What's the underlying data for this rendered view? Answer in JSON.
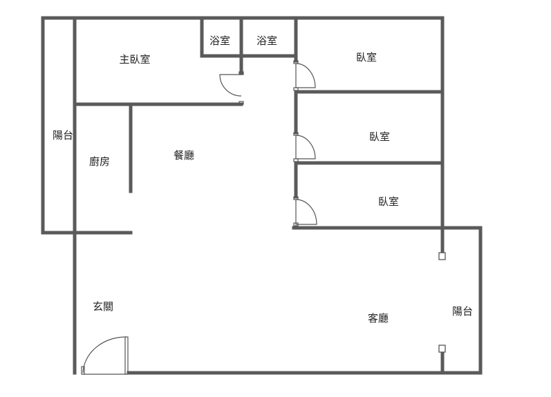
{
  "floor_plan": {
    "rooms": {
      "master_bedroom": "主臥室",
      "bathroom_1": "浴室",
      "bathroom_2": "浴室",
      "bedroom_1": "臥室",
      "bedroom_2": "臥室",
      "bedroom_3": "臥室",
      "balcony_west": "陽台",
      "kitchen": "廚房",
      "dining_room": "餐廳",
      "entrance_hall": "玄關",
      "living_room": "客廳",
      "balcony_east": "陽台"
    }
  }
}
